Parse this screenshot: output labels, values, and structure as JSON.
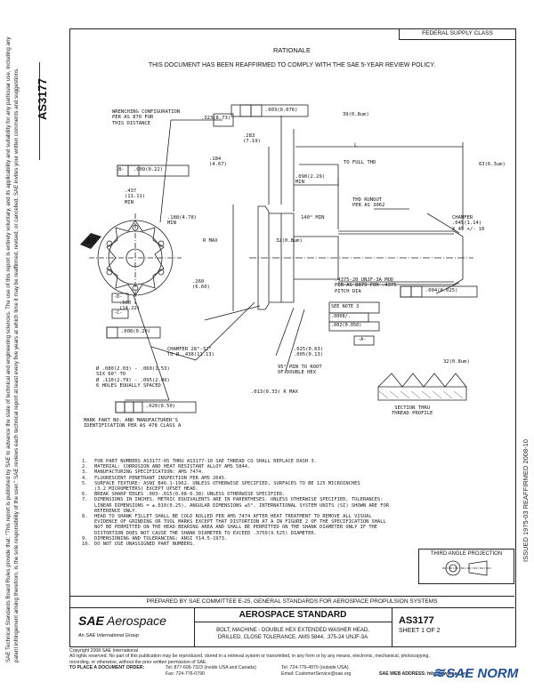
{
  "document_number": "AS3177",
  "federal_supply_class": "FEDERAL SUPPLY CLASS",
  "rationale": {
    "title": "RATIONALE",
    "text": "THIS DOCUMENT HAS BEEN REAFFIRMED TO COMPLY WITH THE SAE 5-YEAR REVIEW POLICY."
  },
  "side_reaffirmed": "ISSUED 1975-03   REAFFIRMED 2008-10",
  "disclaimer": "SAE Technical Standards Board Rules provide that: \"This report is published by SAE to advance the state of technical and engineering sciences. The use of this report is entirely voluntary, and its applicability and suitability for any particular use, including any patent infringement arising therefrom, is the sole responsibility of the user.\" SAE reviews each technical report at least every five years at which time it may be reaffirmed, revised, or cancelled. SAE invites your written comments and suggestions.",
  "drawing": {
    "labels": {
      "wrenching": "WRENCHING CONFIGURATION",
      "wrenching2": "PER AS 870 FOR",
      "wrenching3": "THIS DISTANCE",
      "dim_323": ".323(8.73)",
      "dim_283": ".283",
      "dim_283b": "(7.19)",
      "dim_184": ".184",
      "dim_184b": "(4.67)",
      "fcf_top": ".003(0.076)",
      "angle_39": "39(0.8um)",
      "dim_L": "L",
      "full_thd": "TO FULL THD",
      "ra_63": "63(6.3um)",
      "dim_090": ".090(2.29)",
      "dim_090b": "MIN",
      "fcf_b": ".009(0.22)",
      "thd_runout": "THD RUNOUT",
      "thd_runout2": "PER AS 3062",
      "dim_437": ".437",
      "dim_437b": "(11.11)",
      "dim_437c": "MIN",
      "dim_188": ".188(4.78)",
      "dim_188b": "MIN",
      "chamfer": "CHAMFER",
      "chamfer2": ".045(1.14)",
      "chamfer3": "X 45 +/- 10",
      "as_mark": "AS",
      "min_140": "140° MIN",
      "r_max": "R MAX",
      "dim_32": "32(0.8um)",
      "dia_260": ".260",
      "dia_260b": "(6.60)",
      "fcf_right": ".004(0.025)",
      "dim_560": ".560",
      "dim_560b": "(14.22)",
      "see_note": "SEE NOTE 3",
      "fcf_c": ".008(0.20)",
      "fcf_d": ".0008/.",
      "fcf_e": ".002(0.050)",
      "chamfer_base": "CHAMFER 28°-32°",
      "chamfer_base2": "TO Ø .438(11.13)",
      "dim_025": ".025(0.63)",
      "dim_025b": ".005(0.13)",
      "min_to_root": "95° MIN TO ROOT",
      "min_to_root2": "OF DOUBLE HEX",
      "dim_013": ".013(0.33) R MAX",
      "hole_dia": "Ø .080(2.03) - .060(1.53)",
      "hole_dia2": "SIX 60° TO",
      "hole_dia3": "Ø .110(2.79) - .095(2.49)",
      "hole_dia4": "6 HOLES EQUALLY SPACED",
      "fcf_f": ".020(0.50)",
      "part_mark": "MARK PART NO. AND MANUFACTURER'S",
      "part_mark2": "IDENTIFICATION PER AS 478 CLASS A",
      "ra_32b": "32(0.8um)",
      "section": "SECTION THRU",
      "section2": "THREAD PROFILE",
      "datum_a": "-A-",
      "datum_b": "-B-",
      "datum_c": "-C-",
      "datum_d": "-D-",
      "thread_note": ".4375-20 UNJF-3A MOD",
      "thread_note2": "PER AS 8879 FOR .4375",
      "thread_note3": "PITCH DIA"
    }
  },
  "notes": [
    {
      "num": "1.",
      "text": "FOR PART NUMBERS AS3177-05 THRU AS3177-10 SAE THREAD CO SHALL REPLACE DASH 3."
    },
    {
      "num": "2.",
      "text": "MATERIAL:  CORROSION AND HEAT RESISTANT ALLOY AMS 5844."
    },
    {
      "num": "3.",
      "text": "MANUFACTURING SPECIFICATION:  AMS 7474."
    },
    {
      "num": "4.",
      "text": "FLUORESCENT PENETRANT INSPECTION PER AMS 2645."
    },
    {
      "num": "5.",
      "text": "SURFACE TEXTURE:  ASNI B46.1-1962.  UNLESS OTHERWISE SPECIFIED, SURFACES TO BE 125 MICROINCHES"
    },
    {
      "num": "",
      "text": "(3.2 MICROMETERS) EXCEPT UPSET HEAD."
    },
    {
      "num": "6.",
      "text": "BREAK SHARP EDGES .003-.015(0.08-0.38) UNLESS OTHERWISE SPECIFIED."
    },
    {
      "num": "7.",
      "text": "DIMENSIONS IN INCHES.  METRIC EQUIVALENTS ARE IN PARENTHESES.  UNLESS OTHERWISE SPECIFIED, TOLERANCES:"
    },
    {
      "num": "",
      "text": "LINEAR DIMENSIONS = ±.010(0.25), ANGULAR DIMENSIONS ±5°.  INTERNATIONAL SYSTEM UNITS (SI) SHOWN ARE FOR"
    },
    {
      "num": "",
      "text": "REFERENCE ONLY."
    },
    {
      "num": "8.",
      "text": "HEAD TO SHANK FILLET SHALL BE COLD ROLLED PER AMS 7474 AFTER HEAT TREATMENT TO REMOVE ALL VISUAL"
    },
    {
      "num": "",
      "text": "EVIDENCE OF GRINDING OR TOOL MARKS EXCEPT THAT DISTORTION AT A IN FIGURE 2 OF THE SPECIFICATION SHALL"
    },
    {
      "num": "",
      "text": "NOT BE PERMITTED ON THE HEAD BEARING AREA AND SHALL BE PERMITTED ON THE SHANK DIAMETER ONLY IF THE"
    },
    {
      "num": "",
      "text": "DISTORTION DOES NOT CAUSE THE SHANK DIAMETER TO EXCEED .3750(9.525) DIAMETER."
    },
    {
      "num": "9.",
      "text": "DIMENSIONING AND TOLERANCING:  ANSI Y14.5-1973."
    },
    {
      "num": "10.",
      "text": "DO NOT USE UNASSIGNED PART NUMBERS."
    }
  ],
  "third_angle": "THIRD ANGLE PROJECTION",
  "prepared_by": "PREPARED BY SAE COMMITTEE E-25, GENERAL STANDARDS FOR AEROSPACE PROPULSION SYSTEMS",
  "title_block": {
    "logo_mark": "SAE",
    "logo_word": "Aerospace",
    "logo_sub": "An SAE International Group",
    "heading": "AEROSPACE STANDARD",
    "desc1": "BOLT, MACHINE - DOUBLE HEX EXTENDED WASHER HEAD,",
    "desc2": "DRILLED, CLOSE TOLERANCE, AMS 5844, .375-24 UNJF-3A",
    "doc_no": "AS3177",
    "sheet": "SHEET 1 OF 2"
  },
  "footer": {
    "copyright": "Copyright 2008 SAE International",
    "rights": "All rights reserved. No part of this publication may be reproduced, stored in a retrieval system or transmitted, in any form or by any means, electronic, mechanical, photocopying,",
    "rights2": "recording, or otherwise, without the prior written permission of SAE.",
    "order_label": "TO PLACE A DOCUMENT ORDER:",
    "tel": "Tel: 877-606-7323 (inside USA and Canada)",
    "tel2": "Tel: 724-776-4970 (outside USA)",
    "fax": "Fax: 724-776-0790",
    "email": "Email: CustomerService@sae.org",
    "web": "SAE WEB ADDRESS: http://www.sae.org"
  },
  "watermark": "SAE NORM"
}
